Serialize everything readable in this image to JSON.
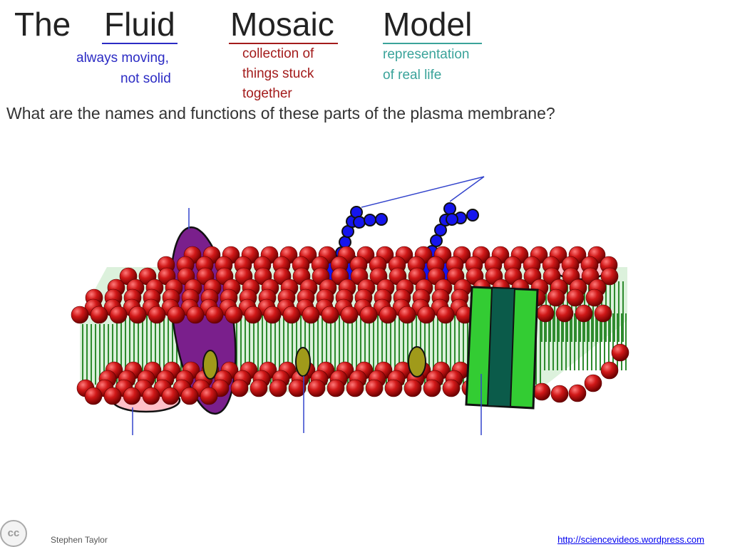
{
  "title": {
    "words": [
      "The",
      "Fluid",
      "Mosaic",
      "Model"
    ],
    "fluid_note": [
      "always moving,",
      "not solid"
    ],
    "mosaic_note": [
      "collection of",
      "things stuck",
      "together"
    ],
    "model_note": [
      "representation",
      "of real life"
    ]
  },
  "colors": {
    "fluid": "#2b2bc4",
    "mosaic": "#a31b1b",
    "model": "#3aa39a",
    "phosphate_head": "#c41212",
    "fatty_acid_tail": "#2e8b2e",
    "glycoprotein": "#7a1f8c",
    "glycolipid": "#1515ee",
    "channel_protein": "#33cc33",
    "cholesterol": "#a09a1a",
    "peripheral_protein": "#ffc0c8",
    "label_line": "#3344cc"
  },
  "question": "What are the names and functions of these parts of the plasma membrane?",
  "footer": {
    "author": "Stephen Taylor",
    "url": "http://sciencevideos.wordpress.com",
    "license_icon": "cc"
  }
}
